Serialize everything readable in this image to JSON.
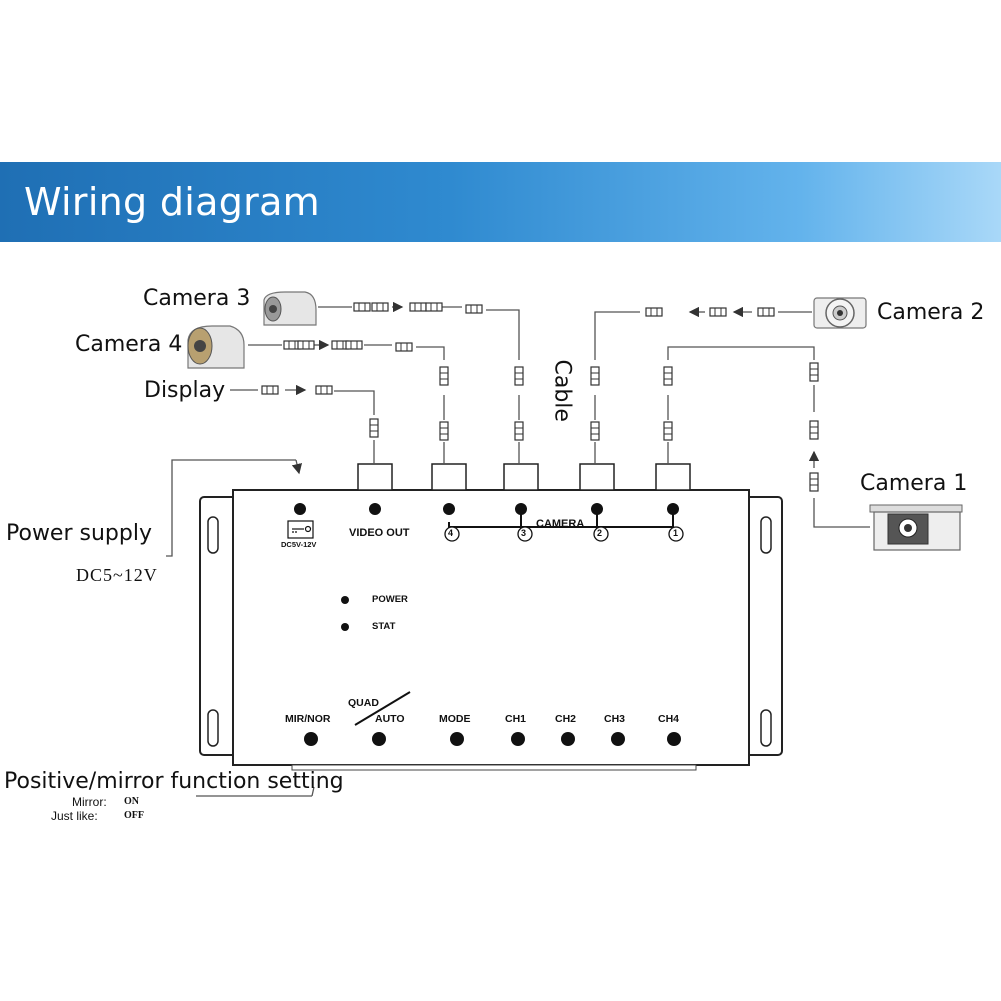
{
  "header": {
    "title": "Wiring diagram"
  },
  "labels": {
    "camera3": "Camera 3",
    "camera4": "Camera 4",
    "display": "Display",
    "camera2": "Camera 2",
    "camera1": "Camera 1",
    "cable": "Cable",
    "power_supply": "Power supply",
    "voltage": "DC5~12V",
    "mirror_setting": "Positive/mirror function setting",
    "mirror": "Mirror:",
    "mirror_value": "ON",
    "just_like": "Just like:",
    "just_like_value": "OFF"
  },
  "device": {
    "dc_label": "DC5V-12V",
    "video_out": "VIDEO OUT",
    "camera": "CAMERA",
    "port_numbers": [
      "4",
      "3",
      "2",
      "1"
    ],
    "power": "POWER",
    "stat": "STAT",
    "quad": "QUAD",
    "mir_nor": "MIR/NOR",
    "auto": "AUTO",
    "mode": "MODE",
    "ch1": "CH1",
    "ch2": "CH2",
    "ch3": "CH3",
    "ch4": "CH4"
  }
}
